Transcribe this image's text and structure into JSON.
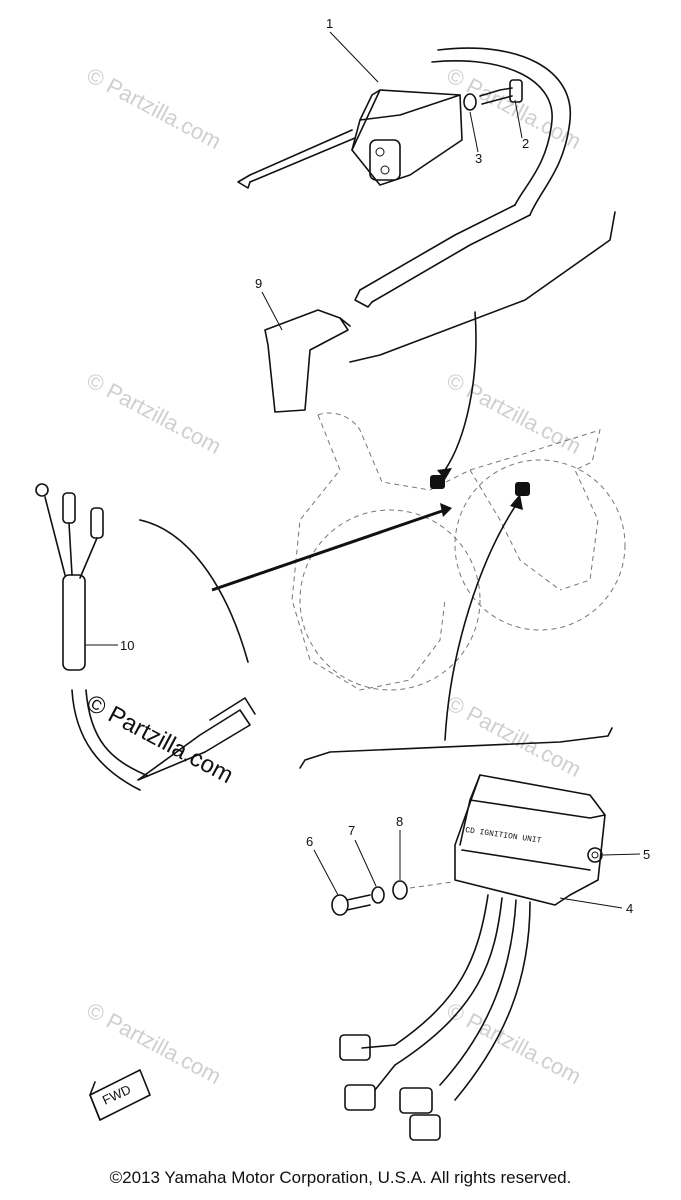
{
  "labels": {
    "p1": "1",
    "p2": "2",
    "p3": "3",
    "p4": "4",
    "p5": "5",
    "p6": "6",
    "p7": "7",
    "p8": "8",
    "p9": "9",
    "p10": "10"
  },
  "watermark": {
    "text": "© Partzilla.com",
    "bold_text": "© Partzilla.com"
  },
  "fwd_tag": "FWD",
  "unit_text": "CD IGNITION UNIT",
  "copyright": "©2013 Yamaha Motor Corporation, U.S.A. All rights reserved."
}
